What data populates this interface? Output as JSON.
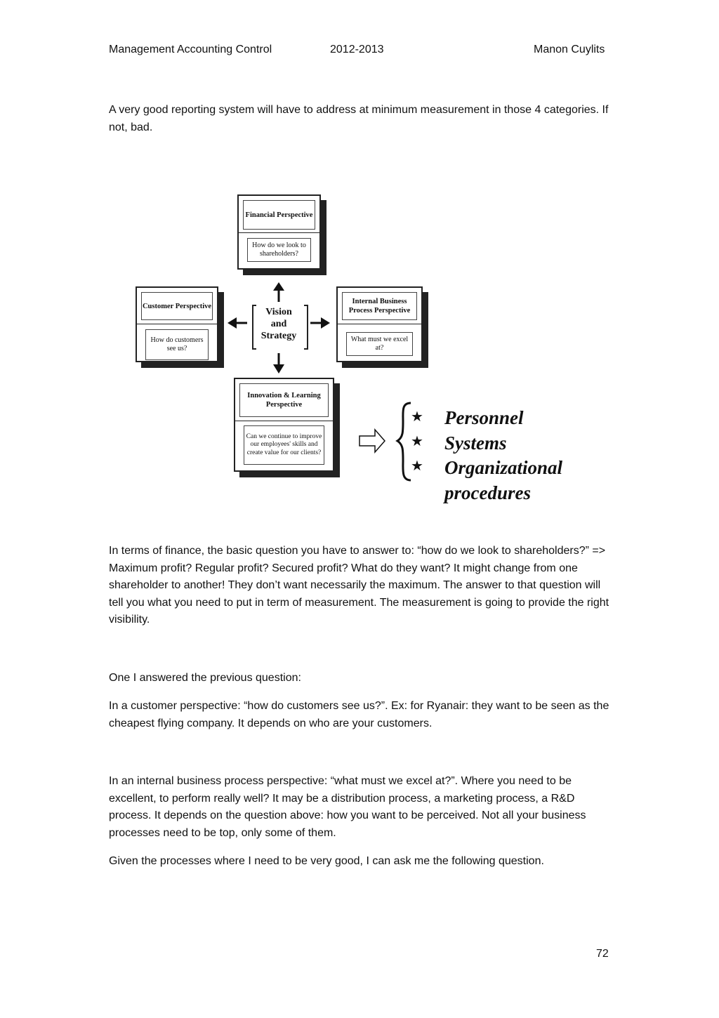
{
  "header": {
    "course": "Management Accounting Control",
    "year": "2012-2013",
    "author": "Manon Cuylits"
  },
  "intro": "A very good reporting system will have to address at minimum measurement in those 4 categories. If not, bad.",
  "diagram": {
    "financial": {
      "title": "Financial Perspective",
      "question": "How do we look to shareholders?"
    },
    "customer": {
      "title": "Customer Perspective",
      "question": "How do customers see us?"
    },
    "internal": {
      "title": "Internal Business Process Perspective",
      "question": "What must we excel at?"
    },
    "innovation": {
      "title": "Innovation & Learning Perspective",
      "question": "Can we continue to improve our employees' skills and create value for our clients?"
    },
    "center": {
      "line1": "Vision",
      "line2": "and",
      "line3": "Strategy"
    },
    "items": [
      "Personnel",
      "Systems",
      "Organizational",
      "procedures"
    ],
    "star": "★"
  },
  "paragraphs": {
    "p1": "In terms of finance, the basic question you have to answer to: “how do we look to shareholders?” => Maximum profit?  Regular profit? Secured profit? What do they want? It might change from one shareholder to another! They don’t want necessarily the maximum. The answer to that question will tell you what you need to put in term of measurement. The measurement is going to provide the right visibility.",
    "p2": "One I answered the previous question:",
    "p3": "In a customer perspective: “how do customers see us?”. Ex: for Ryanair: they want to be seen as the cheapest flying company. It depends on who are your customers.",
    "p4": "In an internal business process perspective: “what must we excel at?”. Where you need to be excellent, to perform really well? It may be a distribution process, a marketing process, a R&D process. It depends on the question above: how you want to be perceived. Not all your business processes need to be top, only some of them.",
    "p5": "Given the processes where I need to be very good, I can ask me the following question."
  },
  "page_number": "72"
}
